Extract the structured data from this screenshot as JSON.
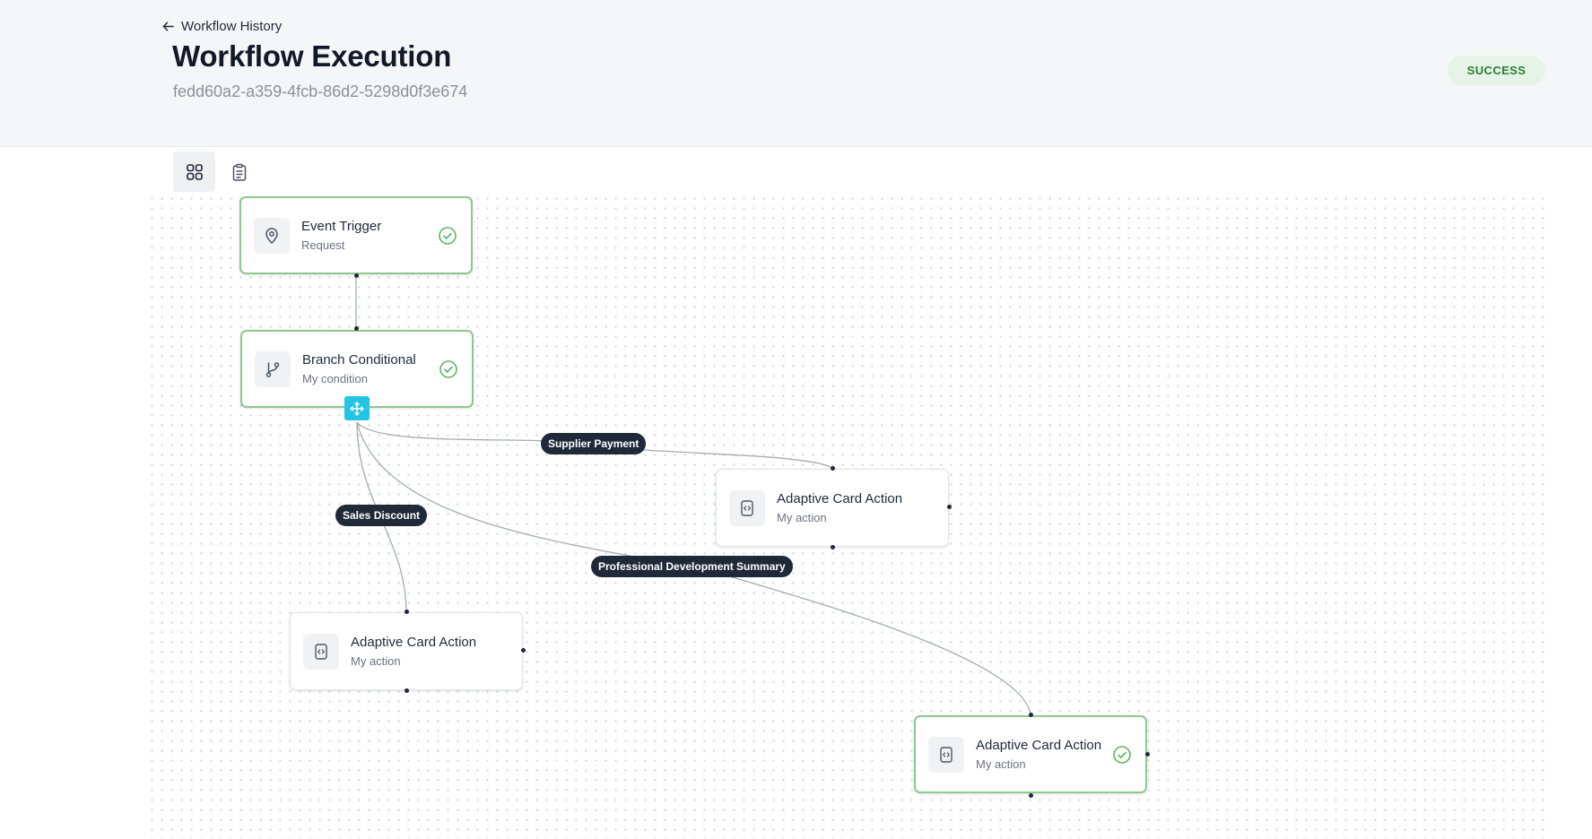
{
  "header": {
    "back_label": "Workflow History",
    "title": "Workflow Execution",
    "execution_id": "fedd60a2-a359-4fcb-86d2-5298d0f3e674",
    "status": "SUCCESS"
  },
  "colors": {
    "success_border": "#8cc98e",
    "success_badge_bg": "#e6f4e7",
    "success_badge_text": "#2f7d32",
    "edge_label_bg": "#1f2937",
    "drag_handle": "#23c4e6"
  },
  "view_toggle": [
    {
      "name": "graph-view",
      "icon": "grid-icon",
      "active": true
    },
    {
      "name": "log-view",
      "icon": "clipboard-list-icon",
      "active": false
    }
  ],
  "nodes": [
    {
      "title": "Event Trigger",
      "subtitle": "Request",
      "icon": "map-pin-icon",
      "status": "success"
    },
    {
      "title": "Branch Conditional",
      "subtitle": "My condition",
      "icon": "git-branch-icon",
      "status": "success"
    },
    {
      "title": "Adaptive Card Action",
      "subtitle": "My action",
      "icon": "code-brackets-icon",
      "status": "none"
    },
    {
      "title": "Adaptive Card Action",
      "subtitle": "My action",
      "icon": "code-brackets-icon",
      "status": "none"
    },
    {
      "title": "Adaptive Card Action",
      "subtitle": "My action",
      "icon": "code-brackets-icon",
      "status": "success"
    }
  ],
  "edge_labels": {
    "supplier_payment": "Supplier Payment",
    "sales_discount": "Sales Discount",
    "professional_development": "Professional Development Summary"
  }
}
